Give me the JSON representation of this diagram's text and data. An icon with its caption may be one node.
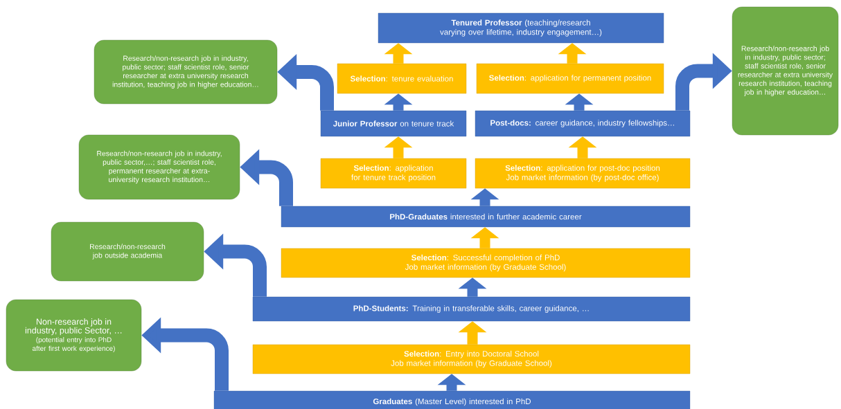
{
  "diagram": {
    "nodes": [
      {
        "text": [
          "**Tenured Professor** (teaching/research varying over lifetime, industry engagement…)"
        ]
      },
      {
        "text": [
          "Research/non-research job in industry, public sector; staff scientist role, senior researcher at extra university research institution, teaching job in higher education…"
        ]
      },
      {
        "text": [
          "**Selection**: tenure evaluation"
        ]
      },
      {
        "text": [
          "**Selection**: application for permanent position"
        ]
      },
      {
        "text": [
          "Research/non-research job in industry, public sector; staff scientist role, senior researcher at extra university research institution, teaching job in higher education…"
        ]
      },
      {
        "text": [
          "**Junior Professor** on tenure track"
        ]
      },
      {
        "text": [
          "**Post-docs:** career guidance, industry fellowships…"
        ]
      },
      {
        "text": [
          "Research/non-research job in industry, public sector,…; staff scientist role, permanent researcher at extra-university research institution…"
        ]
      },
      {
        "text": [
          "**Selection**: application for tenure track position"
        ]
      },
      {
        "text": [
          "**Selection**: application for post-doc position",
          "Job market information (by post-doc office)"
        ]
      },
      {
        "text": [
          "**PhD-Graduates** interested in further academic career"
        ]
      },
      {
        "text": [
          "Research/non-research job outside academia"
        ]
      },
      {
        "text": [
          "**Selection**: Successful completion of PhD",
          "Job market information (by Graduate School)"
        ]
      },
      {
        "text": [
          "**PhD-Students:** Training in transferable skills, career guidance, …"
        ]
      },
      {
        "text": [
          "Non-research job in industry, public Sector, …",
          "(potential entry into PhD after first work experience)"
        ]
      },
      {
        "text": [
          "**Selection**: Entry into Doctoral School",
          "Job market information (by Graduate School)"
        ]
      },
      {
        "text": [
          "**Graduates** (Master Level) interested in PhD"
        ]
      }
    ],
    "edges": [
      {
        "from": 16,
        "to": 15,
        "arrow": "to"
      },
      {
        "from": 15,
        "to": 13,
        "arrow": "to",
        "color": "#ffc000"
      },
      {
        "from": 13,
        "to": 12,
        "arrow": "to"
      },
      {
        "from": 12,
        "to": 10,
        "arrow": "to",
        "color": "#ffc000"
      },
      {
        "from": 10,
        "to": 9,
        "arrow": "to"
      },
      {
        "from": 9,
        "to": 6,
        "arrow": "to",
        "color": "#ffc000"
      },
      {
        "from": 8,
        "to": 5,
        "arrow": "to",
        "color": "#ffc000"
      },
      {
        "from": 6,
        "to": 3,
        "arrow": "to"
      },
      {
        "from": 5,
        "to": 2,
        "arrow": "to"
      },
      {
        "from": 3,
        "to": 0,
        "arrow": "to",
        "color": "#ffc000"
      },
      {
        "from": 2,
        "to": 0,
        "arrow": "to",
        "color": "#ffc000"
      },
      {
        "from": 16,
        "to": 14,
        "arrow": "to"
      },
      {
        "from": 13,
        "to": 11,
        "arrow": "to"
      },
      {
        "from": 10,
        "to": 7,
        "arrow": "to"
      },
      {
        "from": 5,
        "to": 1,
        "arrow": "to"
      },
      {
        "from": 6,
        "to": 4,
        "arrow": "to"
      }
    ]
  }
}
